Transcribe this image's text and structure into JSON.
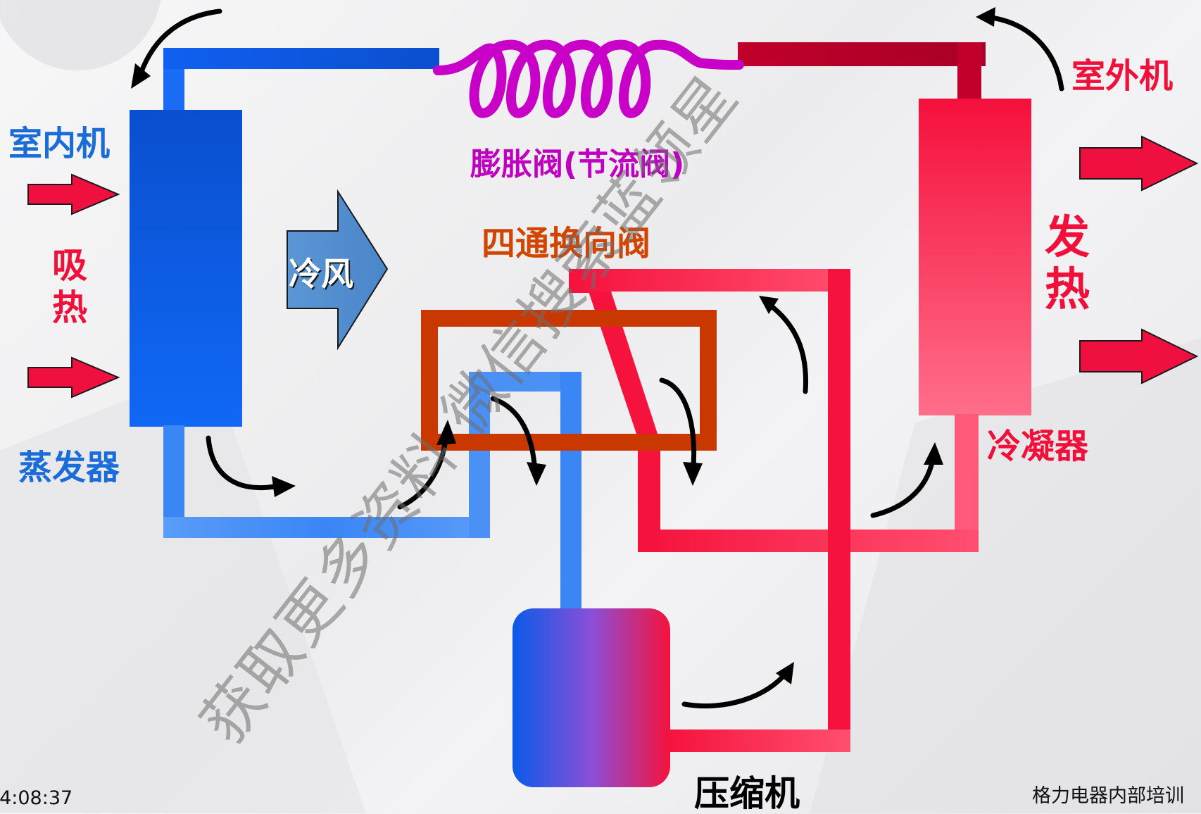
{
  "labels": {
    "indoor_unit": "室内机",
    "outdoor_unit": "室外机",
    "expansion_valve": "膨胀阀(节流阀)",
    "four_way_valve": "四通换向阀",
    "cold_air": "冷风",
    "absorb_heat": [
      "吸",
      "热"
    ],
    "release_heat": [
      "发",
      "热"
    ],
    "evaporator": "蒸发器",
    "condenser": "冷凝器",
    "compressor": "压缩机"
  },
  "watermark": "获取更多资料  微信搜索蓝领星",
  "footer": {
    "timestamp": ":4:08:37",
    "source": "格力电器内部培训"
  },
  "colors": {
    "cold_blue": "#0a5ae8",
    "light_blue": "#3d8df5",
    "hot_red": "#f5123c",
    "pink": "#ff5a7a",
    "valve_orange": "#c83800",
    "coil_magenta": "#c800c8",
    "arrow_black": "#000000",
    "label_blue": "#1a6cd9",
    "label_red": "#f0103a",
    "label_orange": "#d14500",
    "label_magenta": "#c000c0"
  }
}
